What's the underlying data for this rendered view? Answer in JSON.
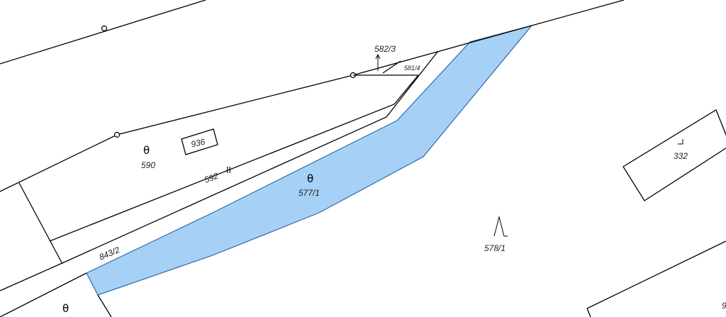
{
  "map": {
    "highlight_color": "#a6d0f5",
    "highlight_stroke": "#2d6aa8",
    "parcels": {
      "p_577_1": "577/1",
      "p_578_1": "578/1",
      "p_590": "590",
      "p_592": "592",
      "p_843_2": "843/2",
      "p_582_3": "582/3",
      "p_581_4": "581/4",
      "p_936": "936",
      "p_332": "332",
      "p_edge": "9"
    },
    "symbols": {
      "theta": "θ",
      "double_bar": "II",
      "peak": "Λ"
    }
  }
}
